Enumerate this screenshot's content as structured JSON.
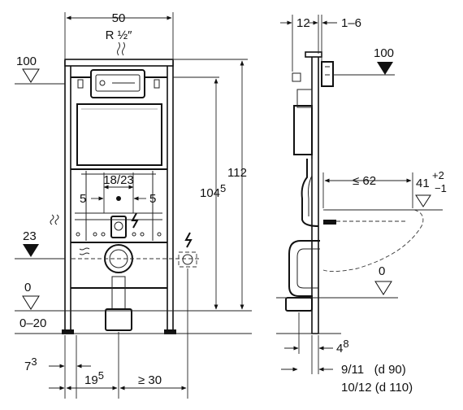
{
  "front": {
    "width": "50",
    "pipe": "R ½″",
    "level_100": "100",
    "level_23": "23",
    "level_0": "0",
    "range": "0–20",
    "height_104": "104",
    "height_104_sup": "5",
    "height_112": "112",
    "spacing": "18/23",
    "left_5": "5",
    "right_5": "5",
    "bottom_7": "7",
    "bottom_7_sup": "3",
    "bottom_19": "19",
    "bottom_19_sup": "5",
    "bottom_30": "≥ 30"
  },
  "side": {
    "top_12": "12",
    "top_16": "1–6",
    "level_100": "100",
    "depth_62": "≤ 62",
    "height_41": "41",
    "height_41_plus": "+2",
    "height_41_minus": "−1",
    "level_0": "0",
    "bottom_4": "4",
    "bottom_4_sup": "8",
    "note_1": "9/11   (d 90)",
    "note_2": "10/12 (d 110)"
  }
}
